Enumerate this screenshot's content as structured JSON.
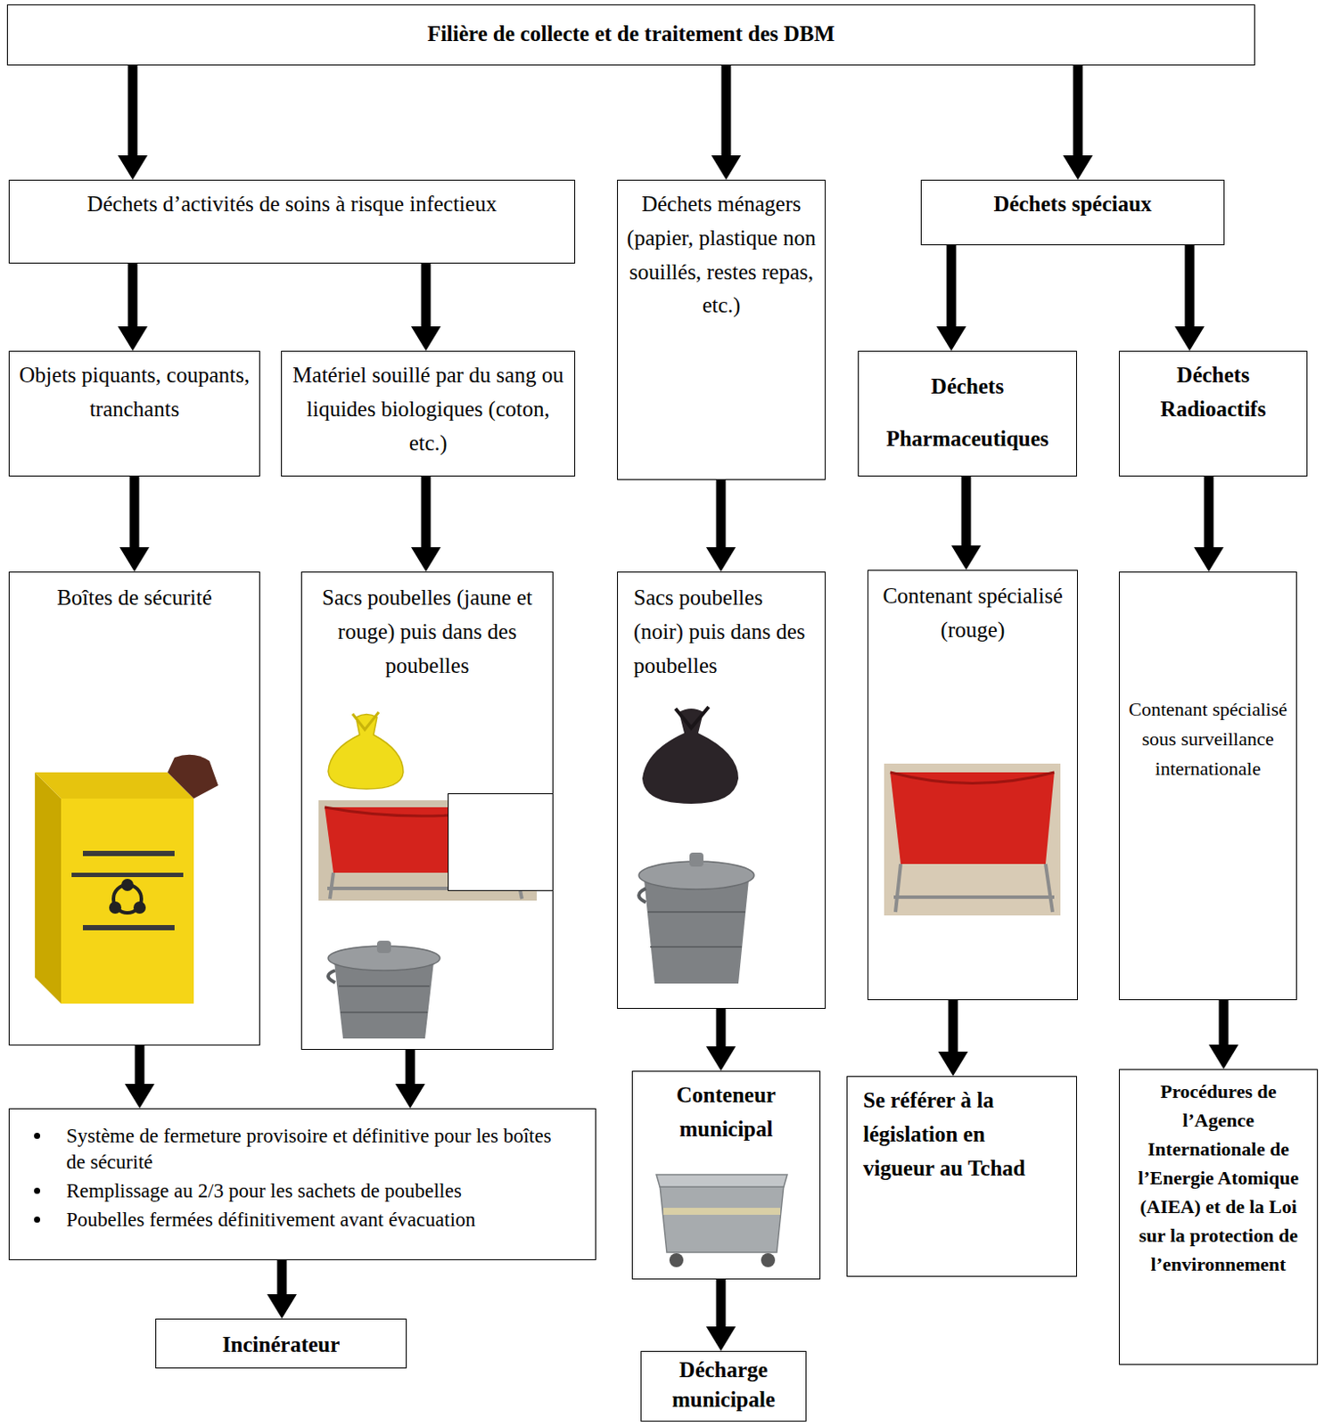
{
  "diagram": {
    "nodes": [
      {
        "text": [
          "Filière de collecte et de traitement des DBM"
        ]
      },
      {
        "text": [
          "Déchets d’activités de soins à risque infectieux"
        ]
      },
      {
        "text": [
          "Déchets ménagers (papier, plastique non souillés, restes repas, etc.)"
        ]
      },
      {
        "text": [
          "Déchets spéciaux"
        ]
      },
      {
        "text": [
          "Objets piquants, coupants, tranchants"
        ]
      },
      {
        "text": [
          "Matériel souillé par du sang ou liquides biologiques (coton, etc.)"
        ]
      },
      {
        "text": [
          "Déchets Pharmaceutiques"
        ]
      },
      {
        "text": [
          "Déchets Radioactifs"
        ]
      },
      {
        "text": [
          "Boîtes de sécurité"
        ]
      },
      {
        "text": [
          "Sacs poubelles (jaune et rouge) puis dans des poubelles"
        ]
      },
      {
        "text": [
          "Sacs poubelles (noir) puis dans des poubelles"
        ]
      },
      {
        "text": [
          "Contenant spécialisé (rouge)"
        ]
      },
      {
        "text": [
          "Contenant spécialisé sous surveillance internationale"
        ]
      },
      {
        "text": [
          "Système de fermeture provisoire et définitive pour les boîtes de sécurité",
          "Remplissage au 2/3 pour les sachets de poubelles",
          "Poubelles fermées définitivement avant évacuation"
        ]
      },
      {
        "text": [
          "Conteneur municipal"
        ]
      },
      {
        "text": [
          "Se référer à la législation en vigueur au Tchad"
        ]
      },
      {
        "text": [
          "Procédures de l’Agence Internationale de l’Energie Atomique (AIEA) et de la Loi sur la protection de l’environnement"
        ]
      },
      {
        "text": [
          "Incinérateur"
        ]
      },
      {
        "text": [
          "Décharge municipale"
        ]
      }
    ],
    "edges": [
      {
        "from": 0,
        "to": 1,
        "arrow": "to"
      },
      {
        "from": 0,
        "to": 2,
        "arrow": "to"
      },
      {
        "from": 0,
        "to": 3,
        "arrow": "to"
      },
      {
        "from": 1,
        "to": 4,
        "arrow": "to"
      },
      {
        "from": 1,
        "to": 5,
        "arrow": "to"
      },
      {
        "from": 3,
        "to": 6,
        "arrow": "to"
      },
      {
        "from": 3,
        "to": 7,
        "arrow": "to"
      },
      {
        "from": 4,
        "to": 8,
        "arrow": "to"
      },
      {
        "from": 5,
        "to": 9,
        "arrow": "to"
      },
      {
        "from": 2,
        "to": 10,
        "arrow": "to"
      },
      {
        "from": 6,
        "to": 11,
        "arrow": "to"
      },
      {
        "from": 7,
        "to": 12,
        "arrow": "to"
      },
      {
        "from": 8,
        "to": 13,
        "arrow": "to"
      },
      {
        "from": 9,
        "to": 13,
        "arrow": "to"
      },
      {
        "from": 13,
        "to": 17,
        "arrow": "to"
      },
      {
        "from": 10,
        "to": 14,
        "arrow": "to"
      },
      {
        "from": 14,
        "to": 18,
        "arrow": "to"
      },
      {
        "from": 11,
        "to": 15,
        "arrow": "to"
      },
      {
        "from": 12,
        "to": 16,
        "arrow": "to"
      }
    ]
  }
}
